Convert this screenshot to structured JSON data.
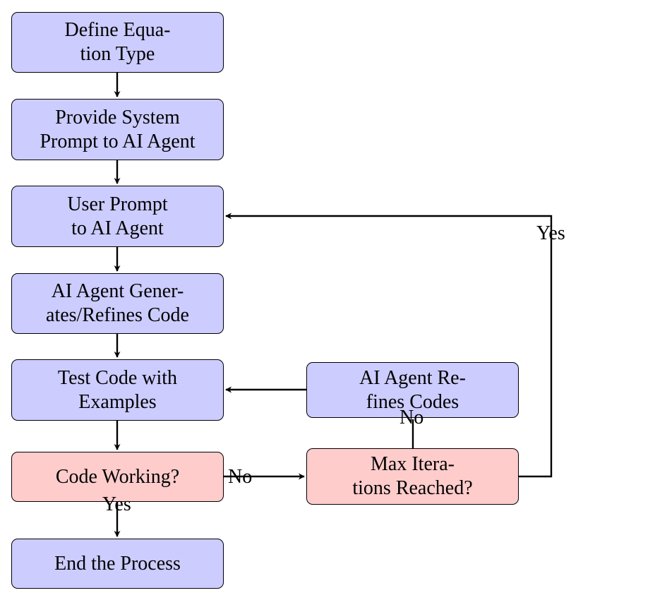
{
  "nodes": {
    "define": "Define Equa-\ntion Type",
    "system_prompt": "Provide System\nPrompt to AI Agent",
    "user_prompt": "User Prompt\nto AI Agent",
    "generate": "AI Agent Gener-\nates/Refines Code",
    "test": "Test Code with\nExamples",
    "working": "Code Working?",
    "end": "End the Process",
    "max_iter": "Max Itera-\ntions Reached?",
    "refine": "AI Agent Re-\nfines Codes"
  },
  "edge_labels": {
    "working_to_max_iter": "No",
    "working_to_end": "Yes",
    "max_iter_to_refine": "No",
    "max_iter_to_user_prompt": "Yes"
  },
  "colors": {
    "process_fill": "#ccccff",
    "decision_fill": "#ffcccc",
    "stroke": "#000000"
  }
}
